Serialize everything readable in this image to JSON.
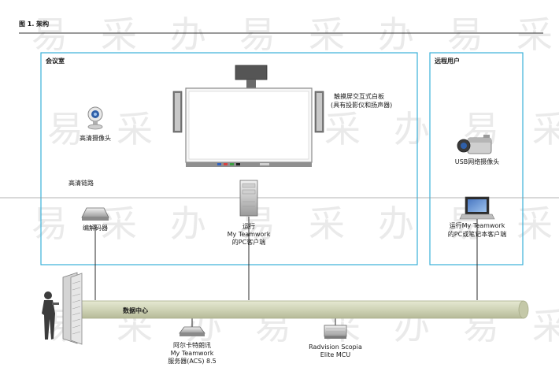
{
  "figure": {
    "title": "图 1. 架构"
  },
  "regions": {
    "conference_room": {
      "title": "会议室"
    },
    "remote_user": {
      "title": "远程用户"
    },
    "data_center": {
      "title": "数据中心"
    }
  },
  "nodes": {
    "hd_camera": {
      "label": "高清摄像头"
    },
    "hd_link": {
      "label": "高清链路"
    },
    "codec": {
      "label": "编解码器"
    },
    "whiteboard": {
      "label_lines": [
        "触摸屏交互式白板",
        "(具有投影仪和扬声器)"
      ]
    },
    "room_pc": {
      "label_lines": [
        "运行",
        "My Teamwork",
        "的PC客户端"
      ]
    },
    "usb_camera": {
      "label": "USB网络摄像头"
    },
    "laptop": {
      "label_lines": [
        "运行My Teamwork",
        "的PC或笔记本客户端"
      ]
    },
    "acs_server": {
      "label_lines": [
        "阿尔卡特朗讯",
        "My Teamwork",
        "服务器(ACS) 8.5"
      ]
    },
    "mcu": {
      "label_lines": [
        "Radvision Scopia",
        "Elite MCU"
      ]
    }
  },
  "watermark": {
    "glyphs": [
      "易",
      "采",
      "办"
    ]
  },
  "colors": {
    "box_border": "#3ab0d8",
    "datacenter_bar": "#cfd3b6",
    "datacenter_bar_edge": "#a8ad8a",
    "connector": "#2a2a2a",
    "watermark": "#eaeaea"
  }
}
